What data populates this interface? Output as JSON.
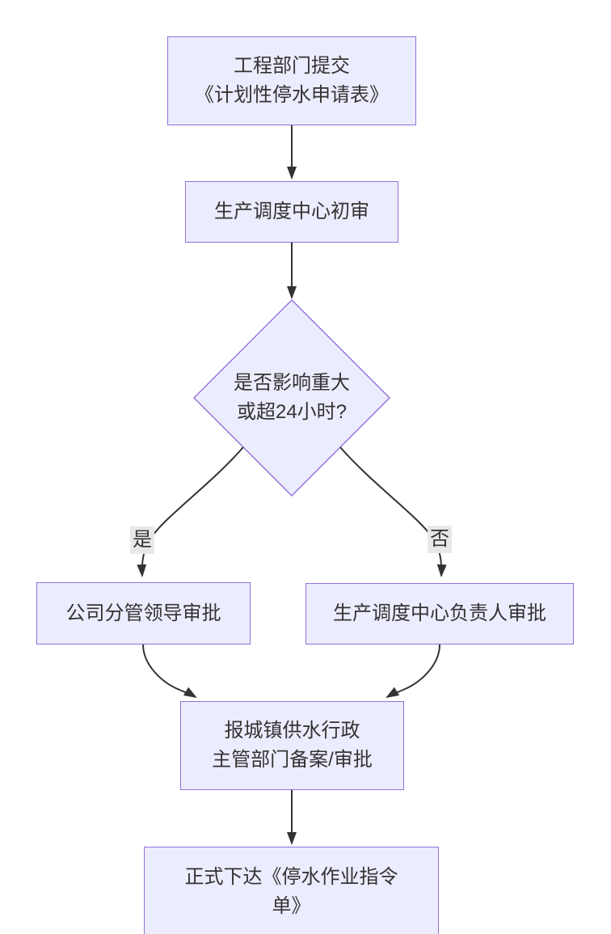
{
  "theme": {
    "background": "#ffffff",
    "node_fill": "#ECECFF",
    "node_border": "#9370DB",
    "edge_color": "#333333",
    "text_color": "#333333",
    "label_bg": "#e8e8e8"
  },
  "nodes": {
    "submit": {
      "lines": [
        "工程部门提交",
        "《计划性停水申请表》"
      ]
    },
    "initial_review": {
      "lines": [
        "生产调度中心初审"
      ]
    },
    "decision": {
      "lines": [
        "是否影响重大",
        "或超24小时?"
      ]
    },
    "leader_approval": {
      "lines": [
        "公司分管领导审批"
      ]
    },
    "center_head_approval": {
      "lines": [
        "生产调度中心负责人审批"
      ]
    },
    "gov_filing": {
      "lines": [
        "报城镇供水行政",
        "主管部门备案/审批"
      ]
    },
    "issue_order": {
      "lines": [
        "正式下达《停水作业指令",
        "单》"
      ]
    }
  },
  "edge_labels": {
    "yes": "是",
    "no": "否"
  },
  "flow": {
    "edges": [
      {
        "from": "submit",
        "to": "initial_review",
        "label": ""
      },
      {
        "from": "initial_review",
        "to": "decision",
        "label": ""
      },
      {
        "from": "decision",
        "to": "leader_approval",
        "label": "是"
      },
      {
        "from": "decision",
        "to": "center_head_approval",
        "label": "否"
      },
      {
        "from": "leader_approval",
        "to": "gov_filing",
        "label": ""
      },
      {
        "from": "center_head_approval",
        "to": "gov_filing",
        "label": ""
      },
      {
        "from": "gov_filing",
        "to": "issue_order",
        "label": ""
      }
    ]
  }
}
